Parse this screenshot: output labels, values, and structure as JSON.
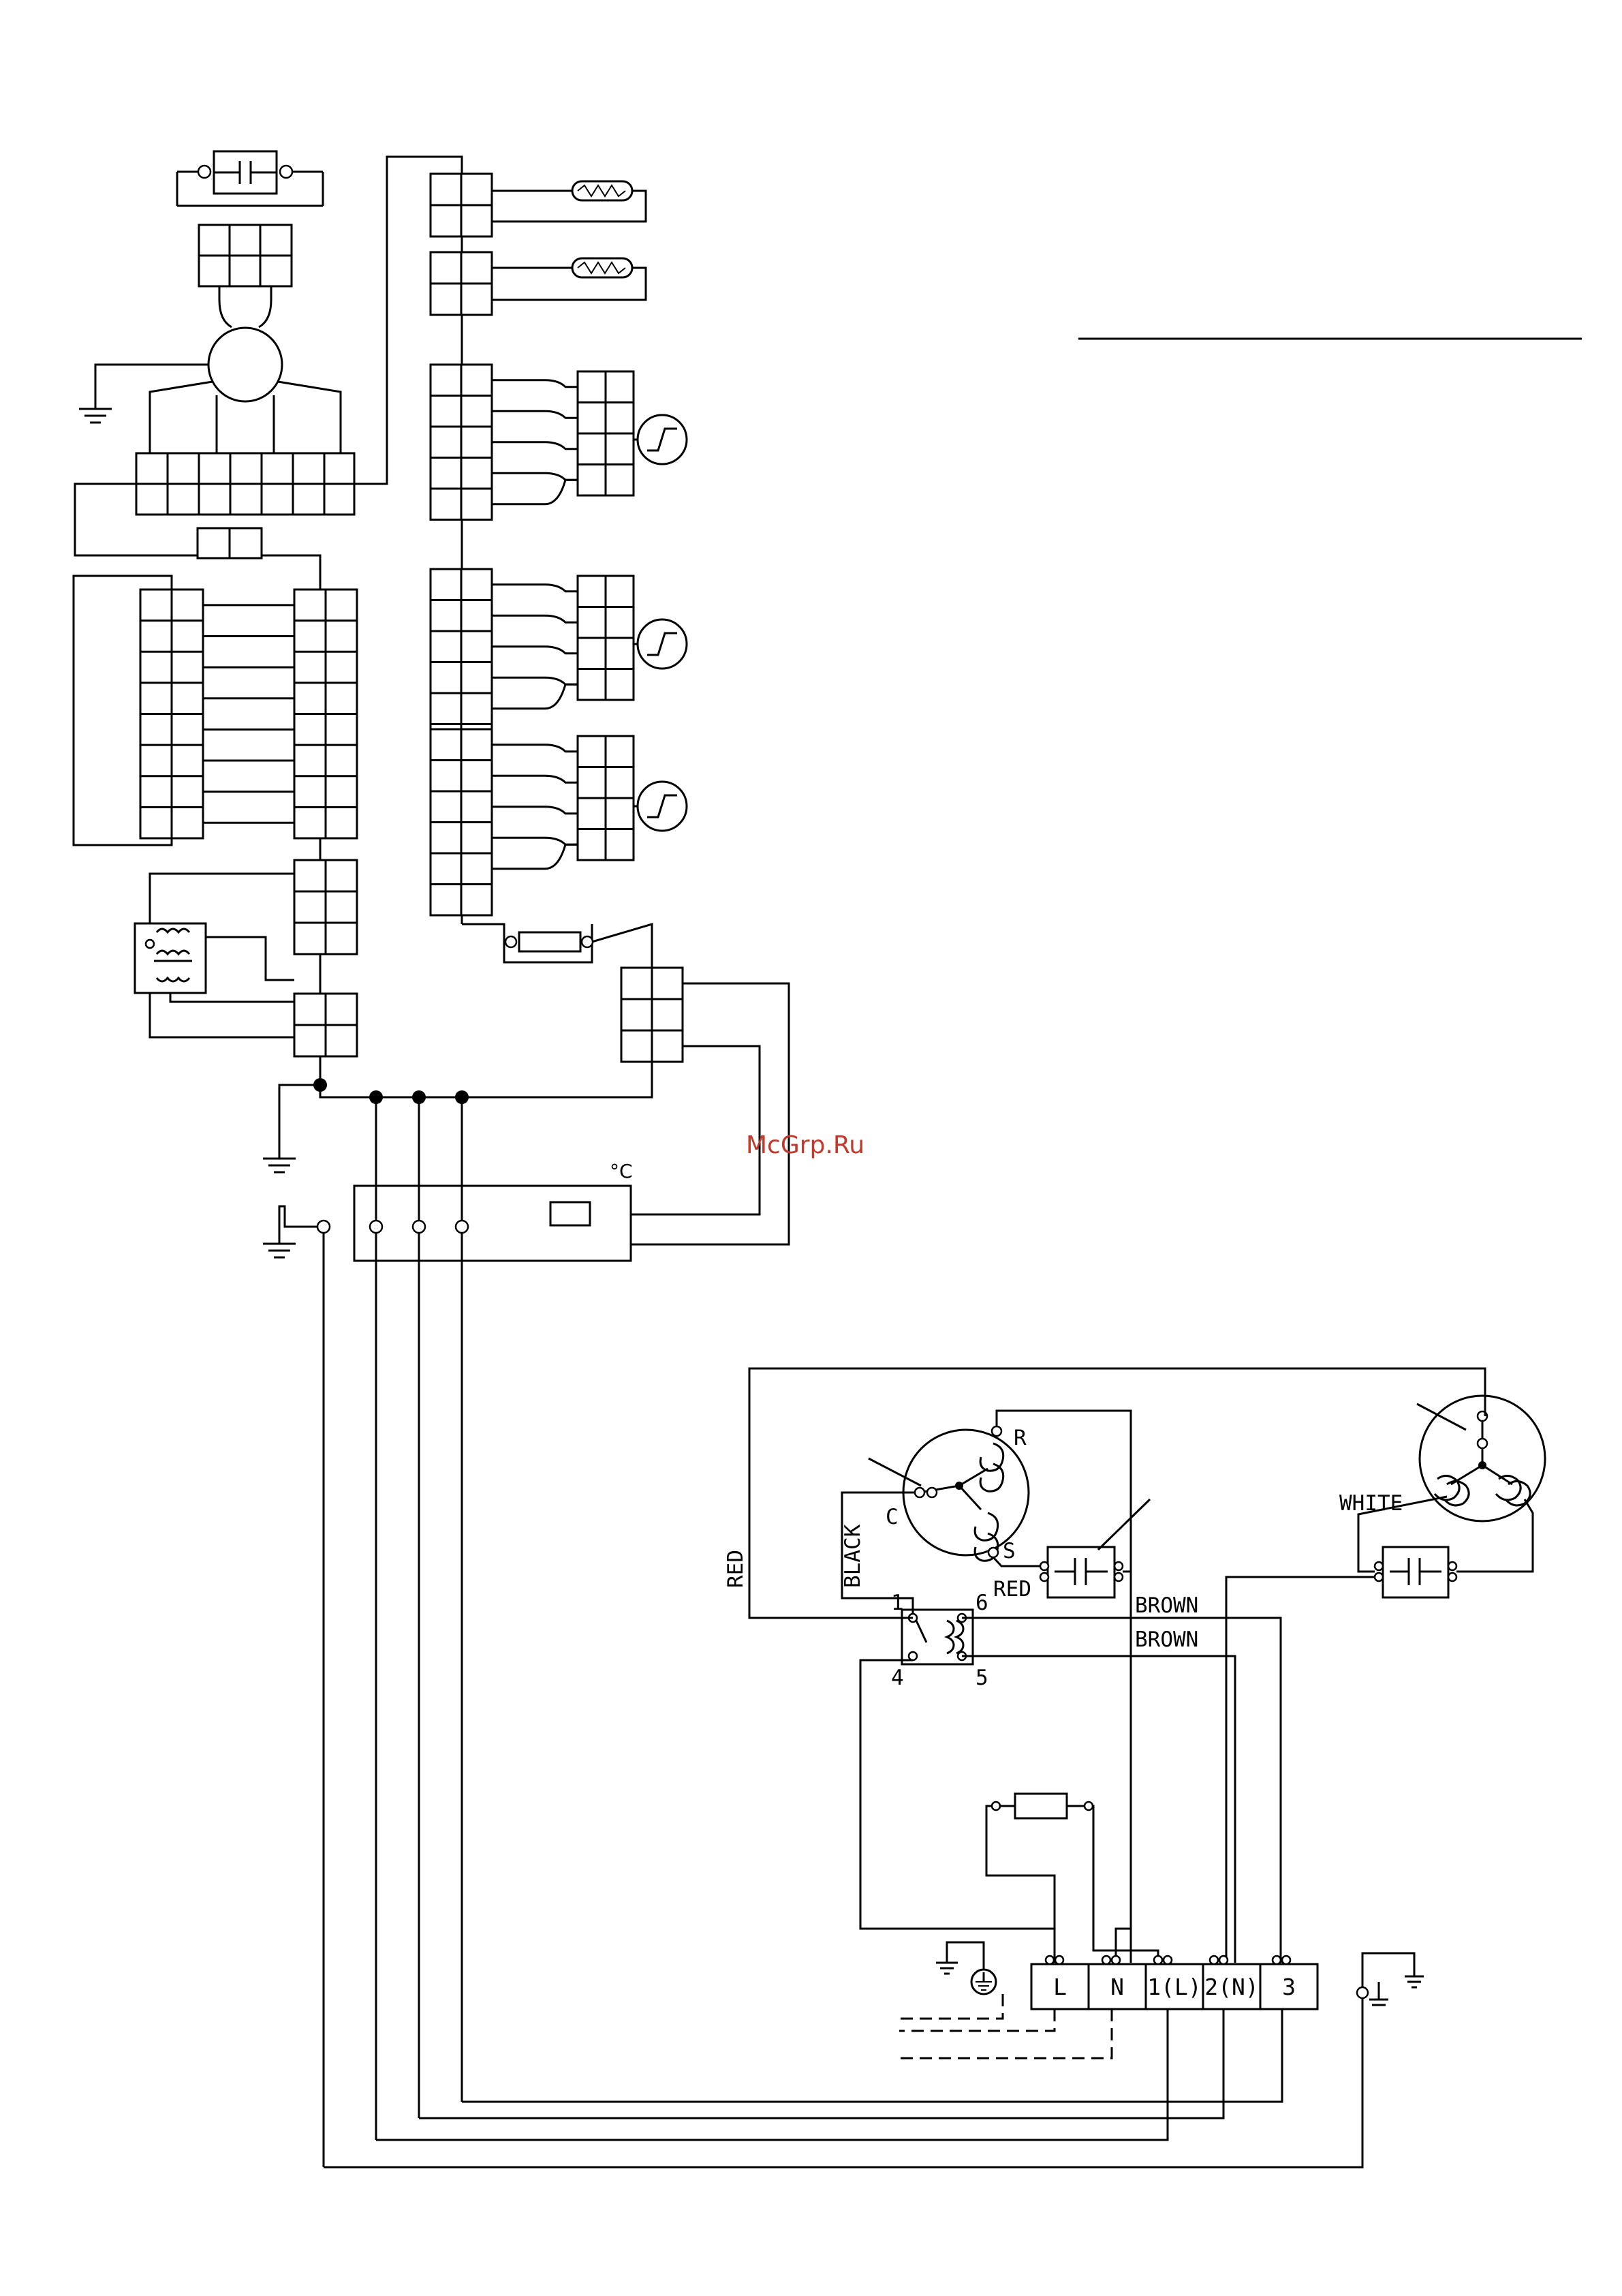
{
  "watermark": "McGrp.Ru",
  "temp_unit": "°C",
  "wire_labels": {
    "red_left": "RED",
    "black": "BLACK",
    "red_cap": "RED",
    "brown_top": "BROWN",
    "brown_bottom": "BROWN",
    "white": "WHITE"
  },
  "compressor_pins": {
    "c": "C",
    "r": "R",
    "s": "S"
  },
  "relay_pins": {
    "p1": "1",
    "p4": "4",
    "p5": "5",
    "p6": "6"
  },
  "terminal_block": [
    "L",
    "N",
    "1(L)",
    "2(N)",
    "3"
  ],
  "colors": {
    "line": "#000000",
    "watermark": "#c0392b",
    "background": "#ffffff"
  }
}
